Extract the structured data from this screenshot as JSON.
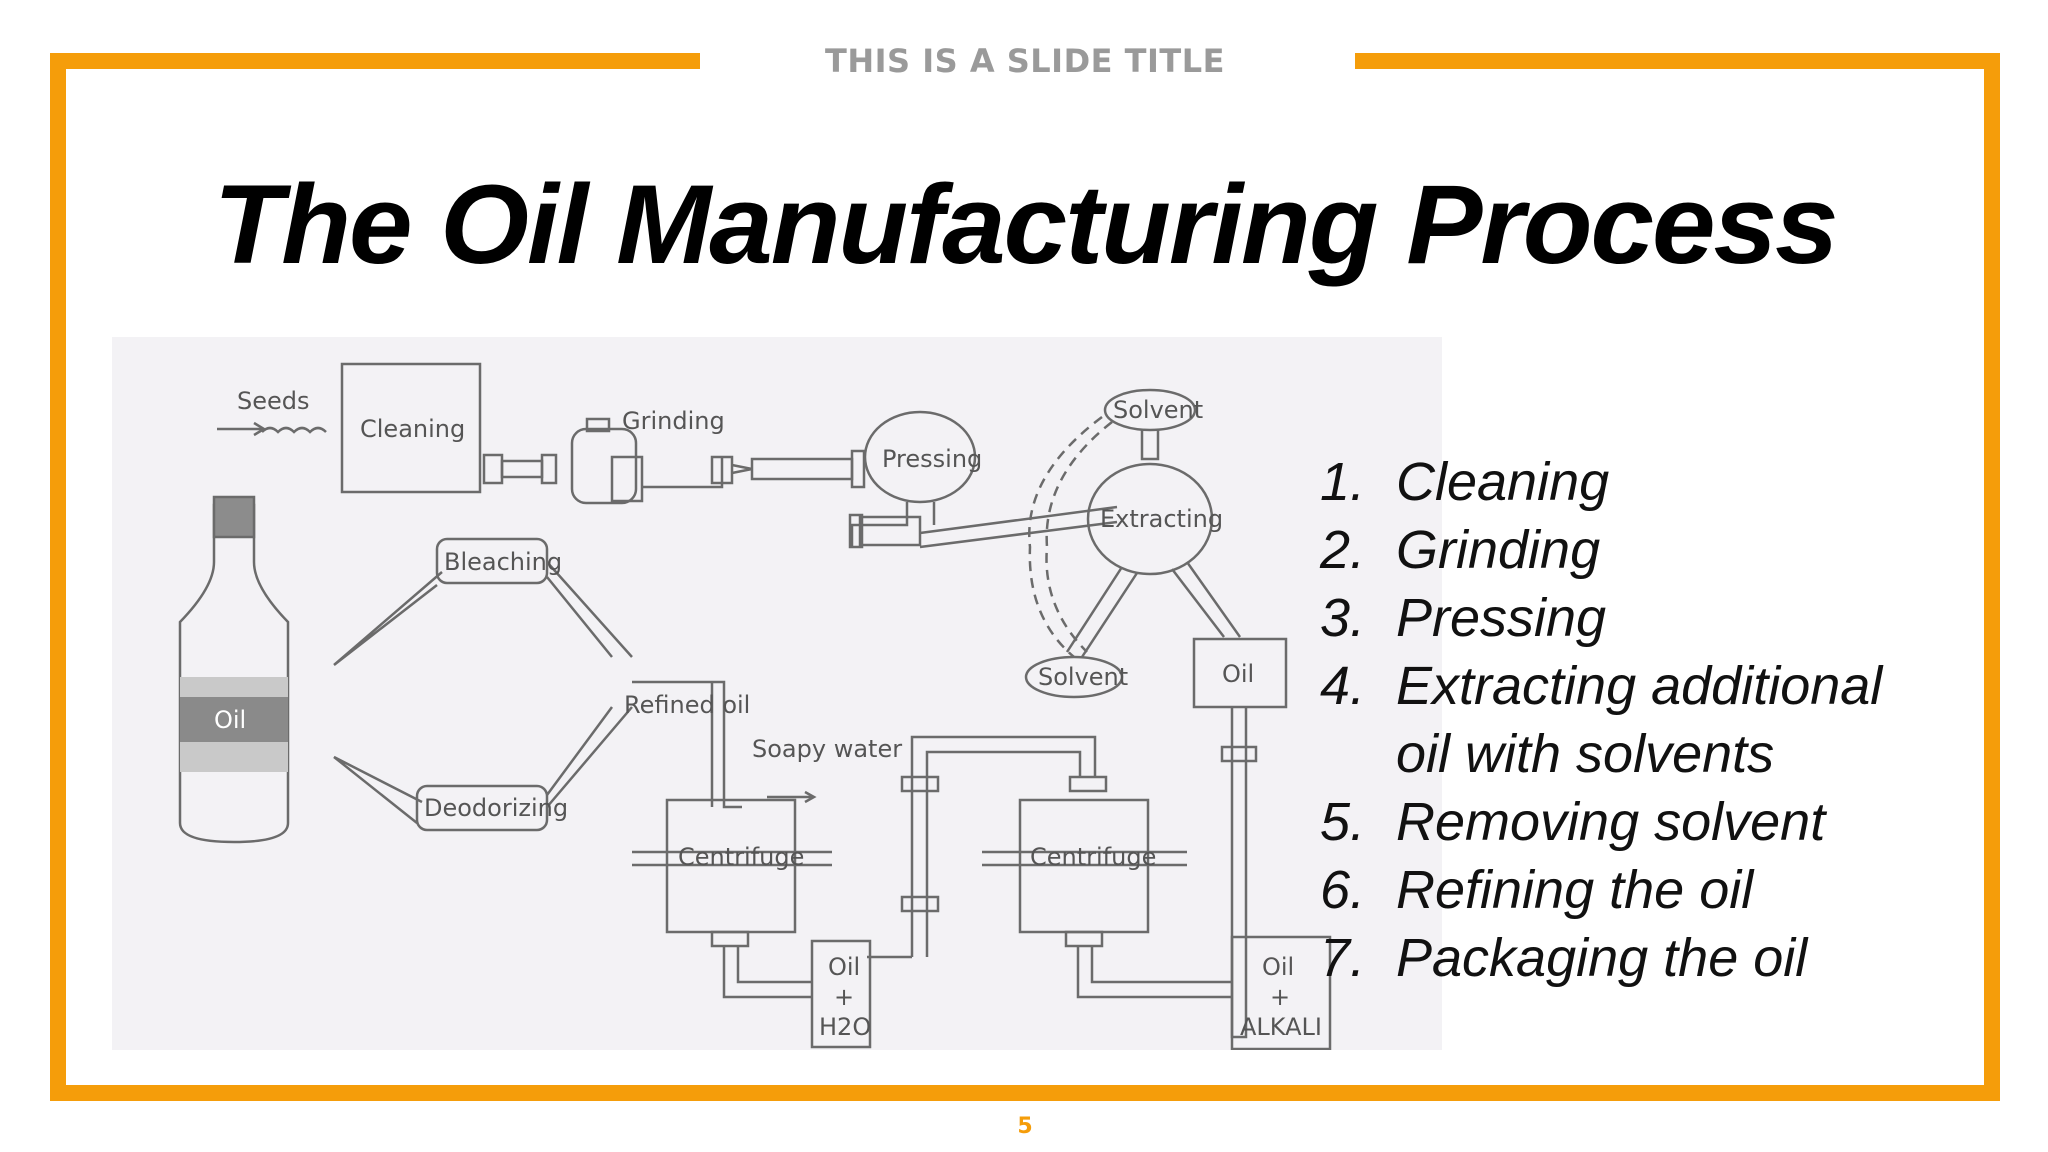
{
  "slide": {
    "top_title": "THIS IS A SLIDE TITLE",
    "main_title": "The Oil Manufacturing Process",
    "page_number": "5"
  },
  "steps": [
    {
      "num": "1.",
      "text": "Cleaning"
    },
    {
      "num": "2.",
      "text": "Grinding"
    },
    {
      "num": "3.",
      "text": "Pressing"
    },
    {
      "num": "4.",
      "text": "Extracting additional"
    },
    {
      "num": "",
      "text": "oil with solvents"
    },
    {
      "num": "5.",
      "text": "Removing solvent"
    },
    {
      "num": "6.",
      "text": "Refining the oil"
    },
    {
      "num": "7.",
      "text": "Packaging the oil"
    }
  ],
  "diagram": {
    "seeds": "Seeds",
    "cleaning": "Cleaning",
    "grinding": "Grinding",
    "pressing": "Pressing",
    "solvent_top": "Solvent",
    "extracting": "Extracting",
    "solvent_bottom": "Solvent",
    "oil_tank": "Oil",
    "bleaching": "Bleaching",
    "refined_oil": "Refined oil",
    "deodorizing": "Deodorizing",
    "soapy_water": "Soapy water",
    "centrifuge_1": "Centrifuge",
    "centrifuge_2": "Centrifuge",
    "oil_h2o": [
      "Oil",
      "+",
      "H2O"
    ],
    "oil_alkali": [
      "Oil",
      "+",
      "ALKALI"
    ],
    "bottle_label": "Oil"
  },
  "colors": {
    "accent": "#f59d0a",
    "diagram_bg": "#f3f2f5",
    "line": "#6b6b6b"
  }
}
